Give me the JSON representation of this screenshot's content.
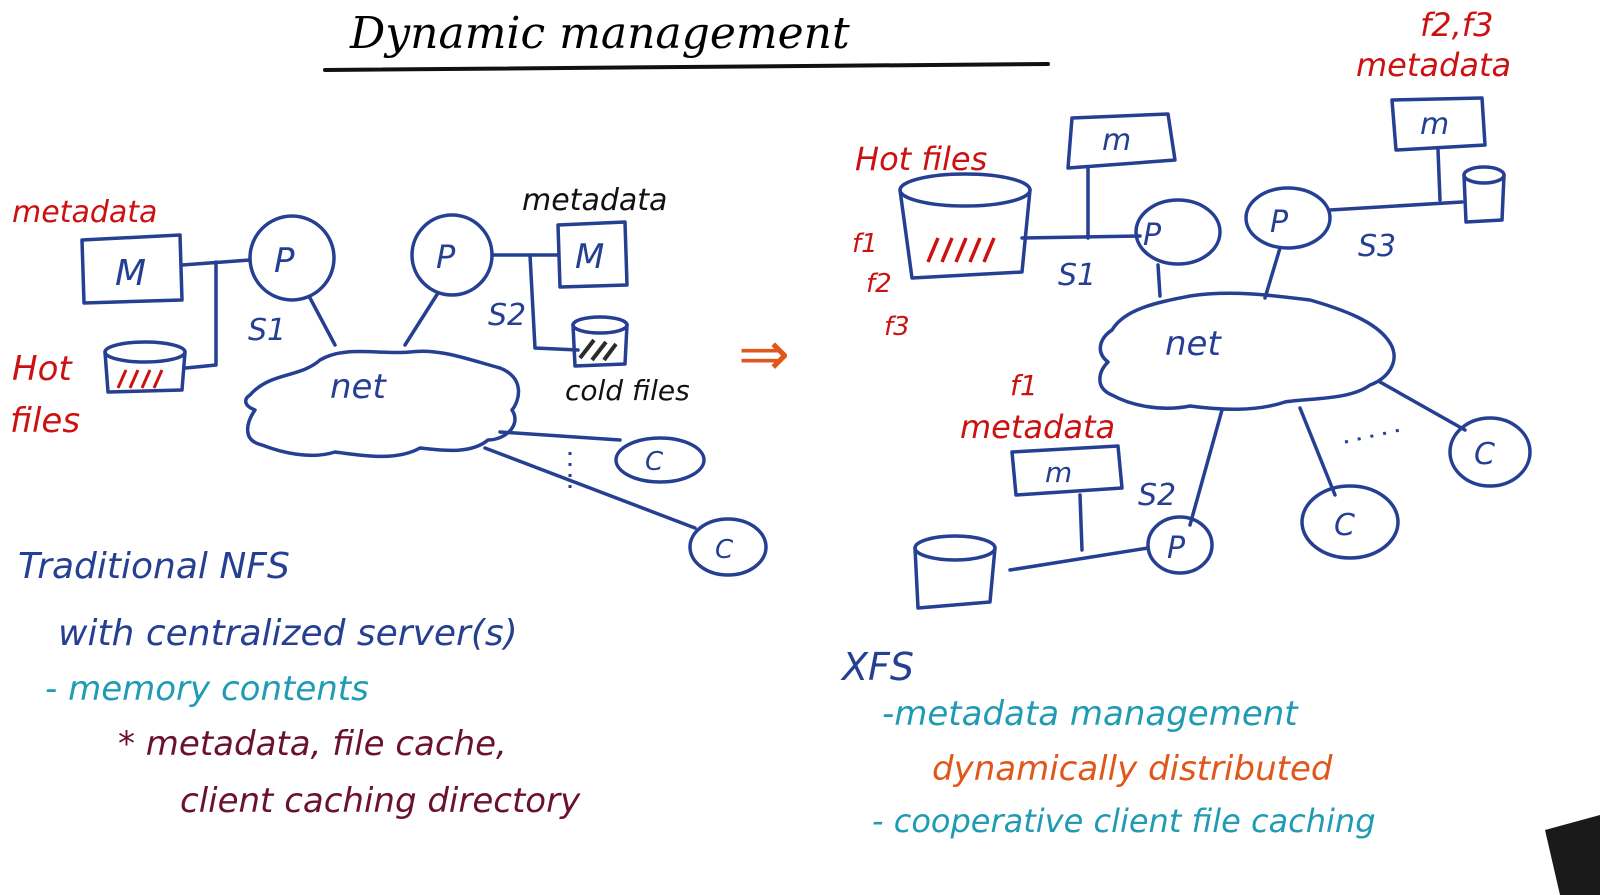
{
  "title": "Dynamic management",
  "left": {
    "labels": {
      "metadata_left": "metadata",
      "hot": "Hot",
      "files": "files",
      "metadata_right": "metadata",
      "cold_files": "cold files",
      "s1": "S1",
      "s2": "S2",
      "net": "net",
      "m": "M",
      "p": "P",
      "c": "C"
    },
    "notes": {
      "line1": "Traditional NFS",
      "line2": "with centralized server(s)",
      "line3": "- memory contents",
      "line4": "* metadata, file cache,",
      "line5": "client caching directory"
    }
  },
  "arrow": "⇒",
  "right": {
    "labels": {
      "hot_files": "Hot files",
      "f1": "f1",
      "f2": "f2",
      "f3": "f3",
      "f2f3": "f2,f3",
      "metadata_top": "metadata",
      "f1_meta": "f1",
      "metadata_mid": "metadata",
      "s1": "S1",
      "s2": "S2",
      "s3": "S3",
      "net": "net",
      "m": "m",
      "p": "P",
      "c": "C",
      "dots": "· · · ·"
    },
    "notes": {
      "line1": "XFS",
      "line2": "-metadata management",
      "line3": "dynamically distributed",
      "line4": "- cooperative client file caching"
    }
  },
  "colors": {
    "ink_blue": "#253f93",
    "red": "#cc1111",
    "teal": "#1f9bb3",
    "maroon": "#6a1030",
    "orange": "#e0571c"
  }
}
